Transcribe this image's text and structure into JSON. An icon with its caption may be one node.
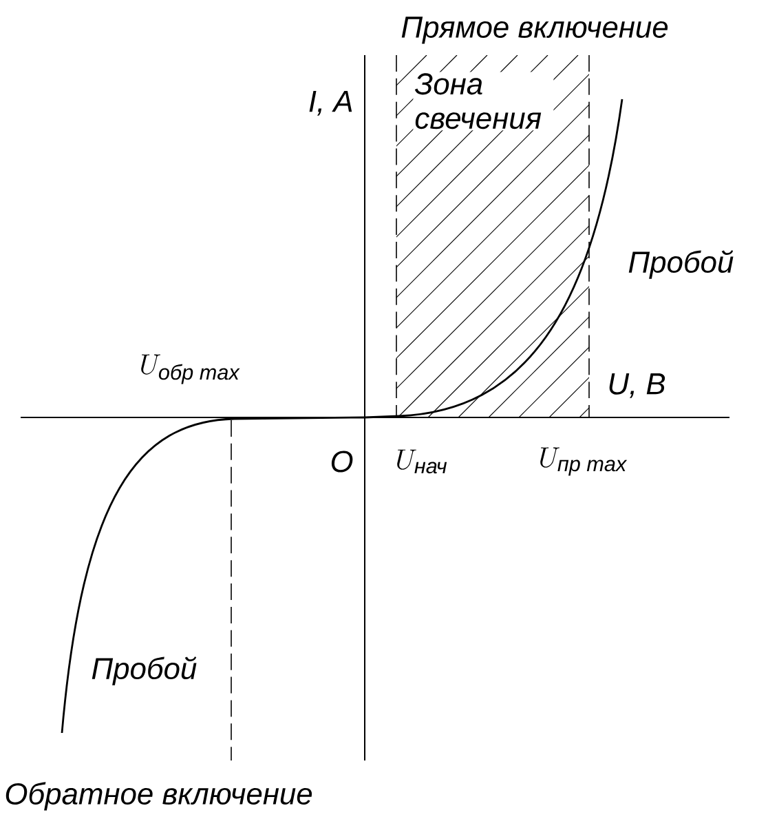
{
  "diagram": {
    "nodes": [
      {
        "text": [
          "Зона свечения"
        ]
      }
    ],
    "labels": [
      "Прямое включение",
      "I, A",
      "Пробой",
      "U_{\\text{обр max}}",
      "U, B",
      "O",
      "U_{\\text{нач}}",
      "U_{\\text{пр max}}",
      "Пробой",
      "Обратное включение"
    ]
  }
}
